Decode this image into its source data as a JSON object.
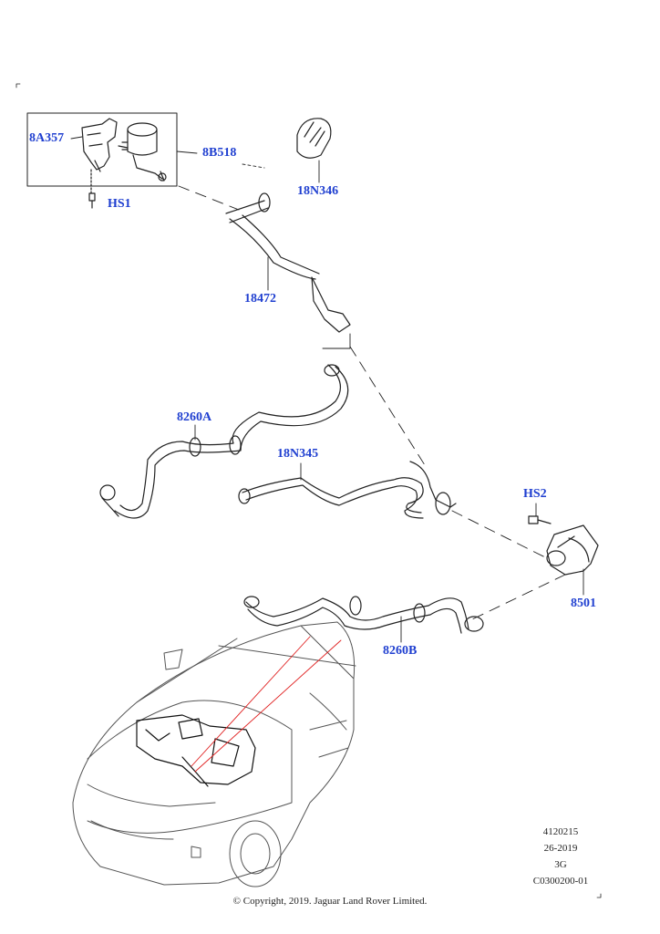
{
  "labels": {
    "l_8A357": "8A357",
    "l_8B518": "8B518",
    "l_HS1": "HS1",
    "l_18N346": "18N346",
    "l_18472": "18472",
    "l_8260A": "8260A",
    "l_18N345": "18N345",
    "l_HS2": "HS2",
    "l_8501": "8501",
    "l_8260B": "8260B"
  },
  "meta": {
    "ref_number": "4120215",
    "date_code": "26-2019",
    "group": "3G",
    "catalogue_code": "C0300200-01"
  },
  "copyright": "© Copyright, 2019. Jaguar Land Rover Limited.",
  "colors": {
    "label": "#1f3fd0",
    "line": "#222222",
    "callout": "#e02020"
  }
}
